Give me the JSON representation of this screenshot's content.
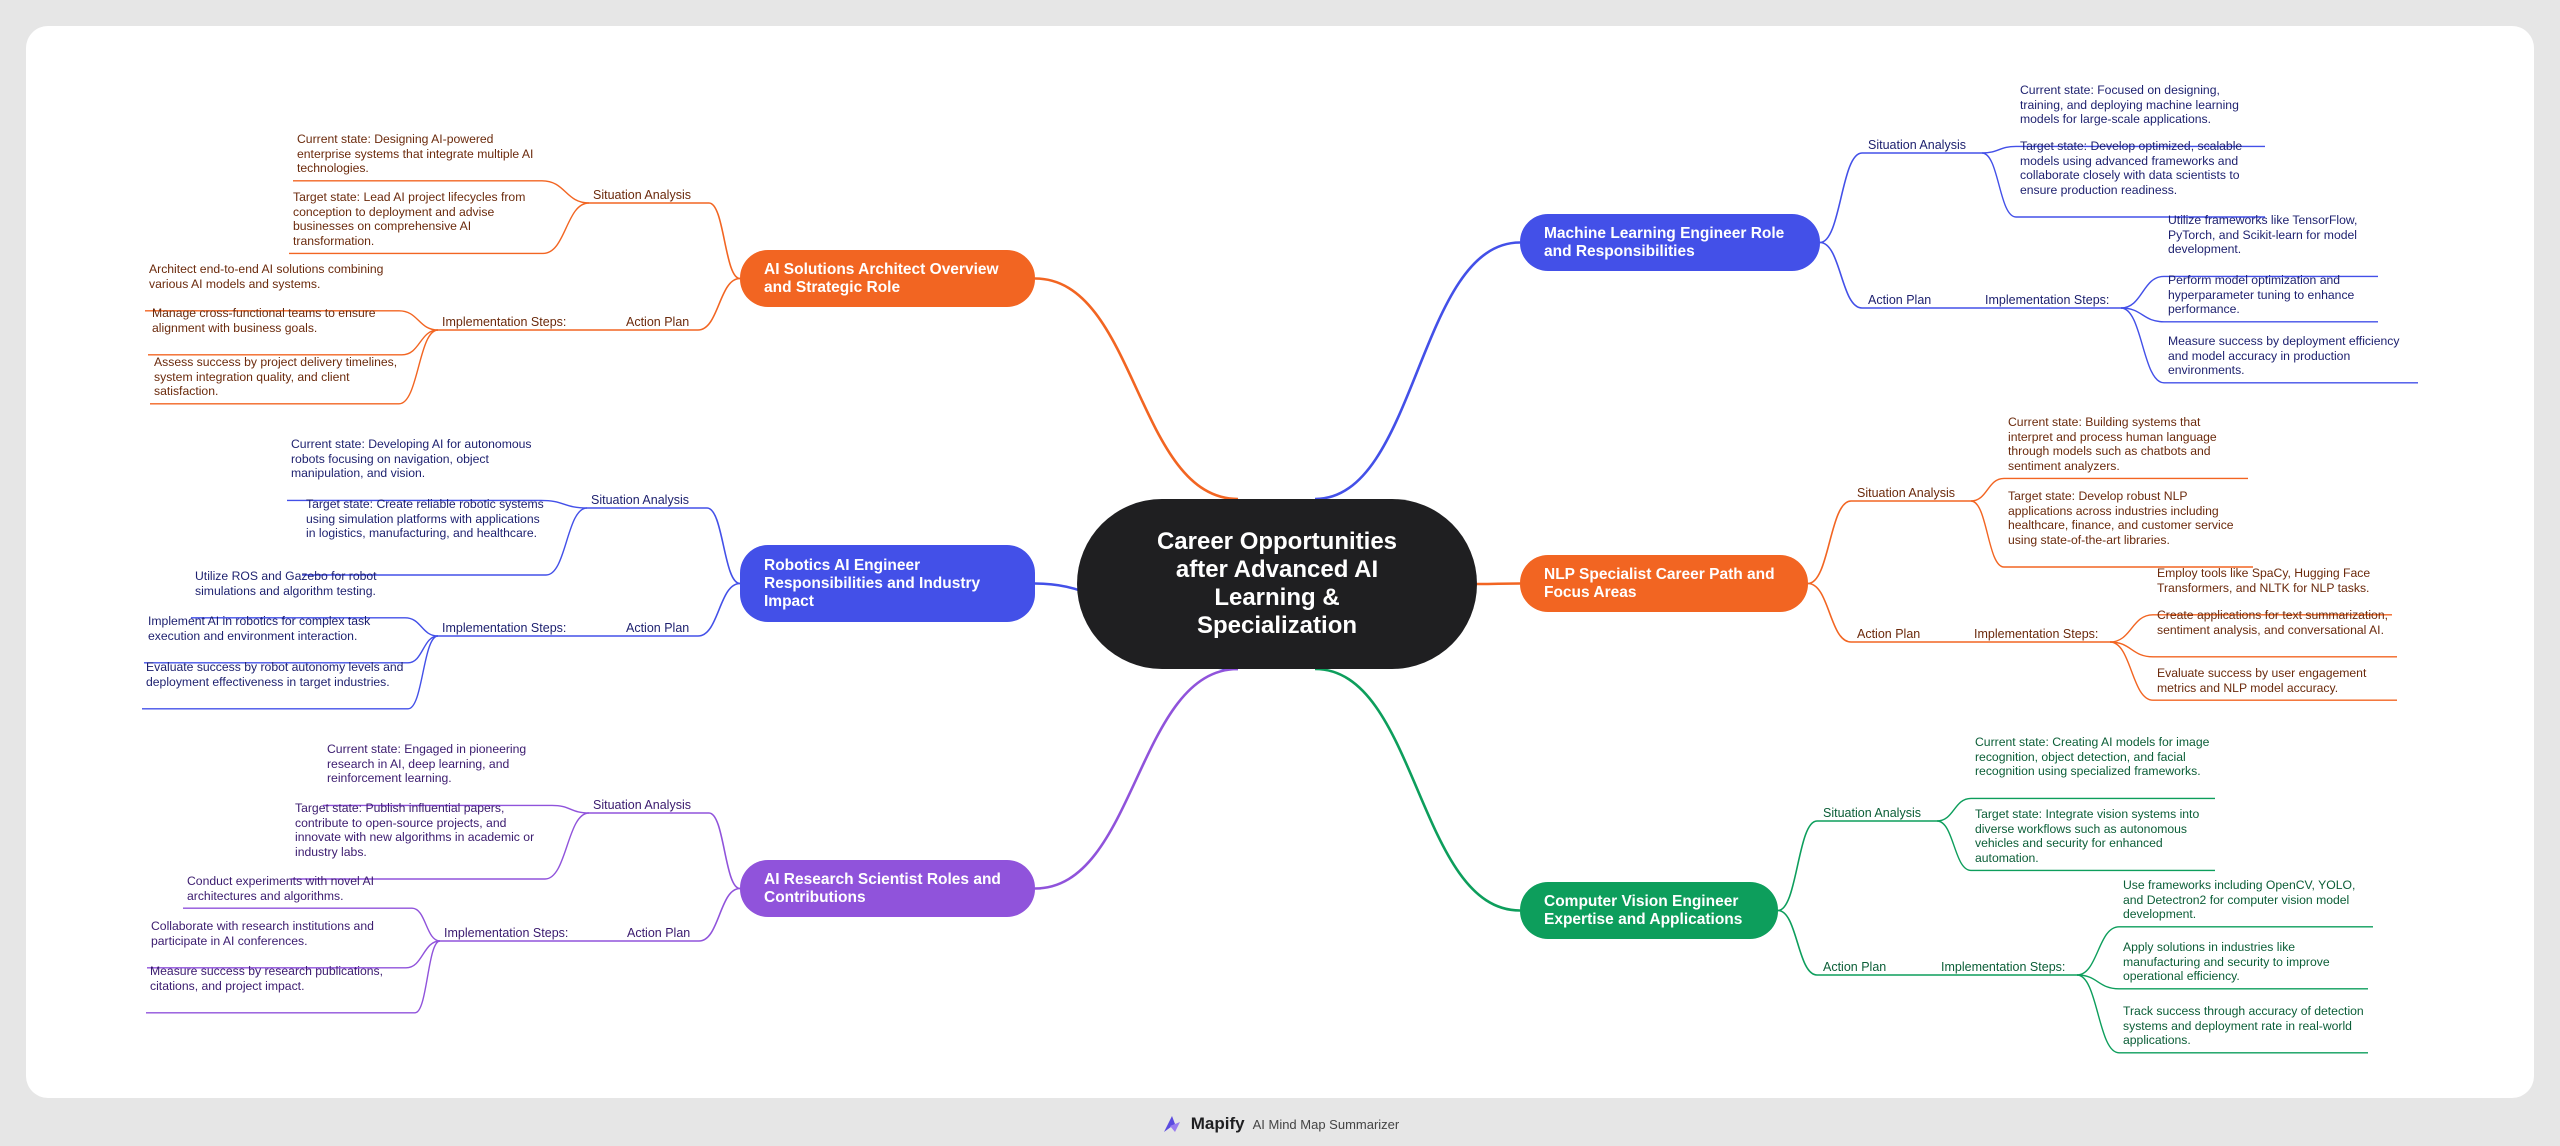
{
  "center_title": "Career Opportunities after Advanced AI Learning & Specialization",
  "footer": {
    "brand": "Mapify",
    "tagline": "AI Mind Map Summarizer"
  },
  "labels": {
    "situation": "Situation Analysis",
    "action": "Action Plan",
    "steps": "Implementation Steps:"
  },
  "colors": {
    "orange": "#f26522",
    "blue": "#4350e8",
    "purple": "#9053db",
    "green": "#0d9e5c",
    "dark": "#1f1f21",
    "text_orange": "#6b2a0c",
    "text_blue": "#1c1f6e",
    "text_purple": "#3a1a6e",
    "text_green": "#0b5e37"
  },
  "branches": [
    {
      "id": "ai-solutions-architect",
      "title": "AI Solutions Architect Overview and Strategic Role",
      "color": "orange",
      "situation": [
        "Current state: Designing AI-powered enterprise systems that integrate multiple AI technologies.",
        "Target state: Lead AI project lifecycles from conception to deployment and advise businesses on comprehensive AI transformation."
      ],
      "steps": [
        "Architect end-to-end AI solutions combining various AI models and systems.",
        "Manage cross-functional teams to ensure alignment with business goals.",
        "Assess success by project delivery timelines, system integration quality, and client satisfaction."
      ]
    },
    {
      "id": "robotics-ai-engineer",
      "title": "Robotics AI Engineer Responsibilities and Industry Impact",
      "color": "blue",
      "situation": [
        "Current state: Developing AI for autonomous robots focusing on navigation, object manipulation, and vision.",
        "Target state: Create reliable robotic systems using simulation platforms with applications in logistics, manufacturing, and healthcare."
      ],
      "steps": [
        "Utilize ROS and Gazebo for robot simulations and algorithm testing.",
        "Implement AI in robotics for complex task execution and environment interaction.",
        "Evaluate success by robot autonomy levels and deployment effectiveness in target industries."
      ]
    },
    {
      "id": "ai-research-scientist",
      "title": "AI Research Scientist Roles and Contributions",
      "color": "purple",
      "situation": [
        "Current state: Engaged in pioneering research in AI, deep learning, and reinforcement learning.",
        "Target state: Publish influential papers, contribute to open-source projects, and innovate with new algorithms in academic or industry labs."
      ],
      "steps": [
        "Conduct experiments with novel AI architectures and algorithms.",
        "Collaborate with research institutions and participate in AI conferences.",
        "Measure success by research publications, citations, and project impact."
      ]
    },
    {
      "id": "ml-engineer",
      "title": "Machine Learning Engineer Role and Responsibilities",
      "color": "blue",
      "situation": [
        "Current state: Focused on designing, training, and deploying machine learning models for large-scale applications.",
        "Target state: Develop optimized, scalable models using advanced frameworks and collaborate closely with data scientists to ensure production readiness."
      ],
      "steps": [
        "Utilize frameworks like TensorFlow, PyTorch, and Scikit-learn for model development.",
        "Perform model optimization and hyperparameter tuning to enhance performance.",
        "Measure success by deployment efficiency and model accuracy in production environments."
      ]
    },
    {
      "id": "nlp-specialist",
      "title": "NLP Specialist Career Path and Focus Areas",
      "color": "orange",
      "situation": [
        "Current state: Building systems that interpret and process human language through models such as chatbots and sentiment analyzers.",
        "Target state: Develop robust NLP applications across industries including healthcare, finance, and customer service using state-of-the-art libraries."
      ],
      "steps": [
        "Employ tools like SpaCy, Hugging Face Transformers, and NLTK for NLP tasks.",
        "Create applications for text summarization, sentiment analysis, and conversational AI.",
        "Evaluate success by user engagement metrics and NLP model accuracy."
      ]
    },
    {
      "id": "computer-vision-engineer",
      "title": "Computer Vision Engineer Expertise and Applications",
      "color": "green",
      "situation": [
        "Current state: Creating AI models for image recognition, object detection, and facial recognition using specialized frameworks.",
        "Target state: Integrate vision systems into diverse workflows such as autonomous vehicles and security for enhanced automation."
      ],
      "steps": [
        "Use frameworks including OpenCV, YOLO, and Detectron2 for computer vision model development.",
        "Apply solutions in industries like manufacturing and security to improve operational efficiency.",
        "Track success through accuracy of detection systems and deployment rate in real-world applications."
      ]
    }
  ]
}
